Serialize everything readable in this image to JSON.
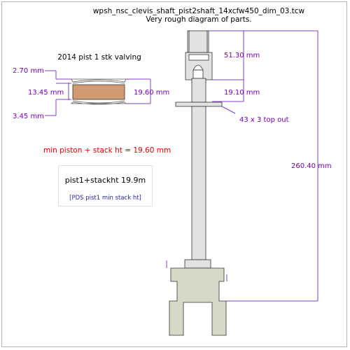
{
  "header": {
    "title": "wpsh_nsc_clevis_shaft_pist2shaft_14xcfw450_dim_03.tcw",
    "subtitle": "Very rough diagram of parts."
  },
  "valving": {
    "title": "2014 pist 1 stk valving",
    "dim_top": "2.70 mm",
    "dim_left": "13.45 mm",
    "dim_right": "19.60 mm",
    "dim_bottom": "3.45 mm"
  },
  "stack_note": "min piston + stack ht = 19.60 mm",
  "info_box": {
    "main": "pist1+stackht 19.9m",
    "link": "[PDS pist1 min stack ht]"
  },
  "shaft": {
    "dim_top": "51.30 mm",
    "dim_mid": "19.10 mm",
    "top_out": "43 x 3 top out",
    "dim_total": "260.40 mm"
  },
  "colors": {
    "dimension_text": "#7a00b5",
    "dimension_line": "#8040c0",
    "note_red": "#e00000",
    "piston_fill": "#d29a72",
    "part_fill": "#e2e2e2",
    "clevis_fill": "#d8d8c8",
    "link_blue": "#2a2aa0"
  }
}
